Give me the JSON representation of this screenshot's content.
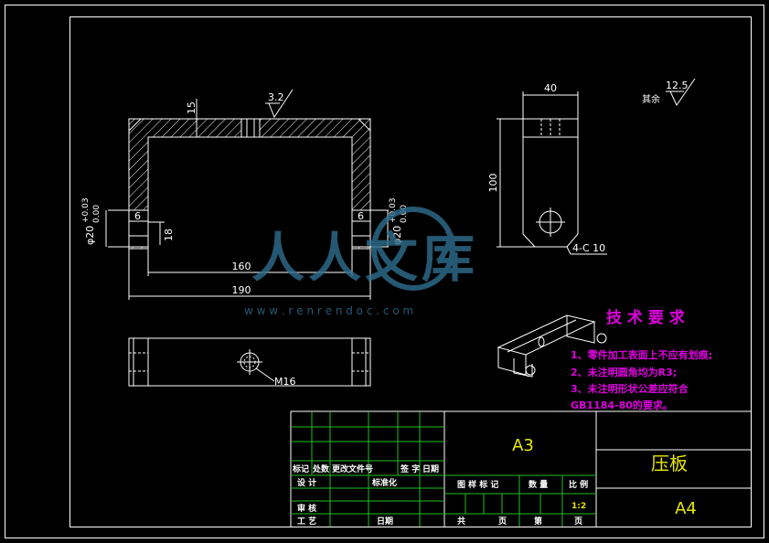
{
  "drawing": {
    "dimensions": {
      "top_thickness": "15",
      "roughness_top": "3.2",
      "inner_width": "160",
      "outer_width": "190",
      "hole_left": "φ20",
      "tol_upper": "+0.03",
      "tol_lower": "0.00",
      "hole_right": "φ20",
      "tol_upper_right": "+0.03",
      "tol_lower_right": "0.00",
      "small_6": "6",
      "small_6_right": "6",
      "hole_depth": "18",
      "side_width": "40",
      "side_height": "100",
      "chamfer": "4-C 10",
      "thread": "M16",
      "roughness_other": "12.5",
      "other_label": "其余"
    },
    "tech_requirements": {
      "title": "技 术 要 求",
      "items": [
        "1、零件加工表面上不应有划痕;",
        "2、未注明圆角均为R3;",
        "3、未注明形状公差应符合",
        "GB1184-80的要求。"
      ]
    },
    "watermark": {
      "main": "人人文库",
      "url": "w w w . r e n r e n d o c . c o m"
    },
    "title_block": {
      "material": "A3",
      "part_name": "压板",
      "sheet_size": "A4",
      "scale": "1:2",
      "labels": {
        "mark": "标记",
        "count": "处数",
        "change_doc": "更改文件号",
        "sign": "签 字",
        "date": "日期",
        "design": "设 计",
        "standardize": "标准化",
        "review": "审 核",
        "process": "工 艺",
        "date2": "日期",
        "stage_mark": "图 样 标 记",
        "quantity": "数 量",
        "ratio": "比 例",
        "total": "共",
        "page": "页",
        "sheet_no": "第",
        "page2": "页"
      }
    }
  }
}
